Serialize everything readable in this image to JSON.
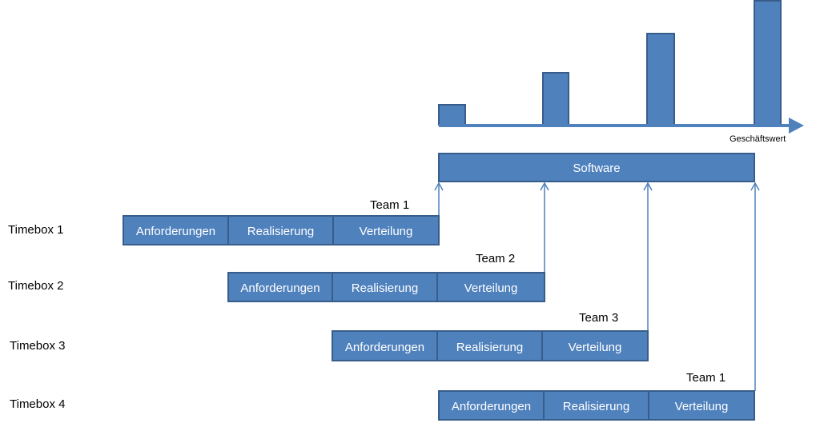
{
  "business_value": {
    "axis_label": "Geschäftswert",
    "bars": [
      {
        "level": 1
      },
      {
        "level": 2.6
      },
      {
        "level": 4.8
      },
      {
        "level": 6.4
      }
    ]
  },
  "software": {
    "label": "Software"
  },
  "timeboxes": [
    {
      "label": "Timebox 1",
      "team": "Team 1",
      "phases": [
        "Anforderungen",
        "Realisierung",
        "Verteilung"
      ]
    },
    {
      "label": "Timebox 2",
      "team": "Team 2",
      "phases": [
        "Anforderungen",
        "Realisierung",
        "Verteilung"
      ]
    },
    {
      "label": "Timebox 3",
      "team": "Team 3",
      "phases": [
        "Anforderungen",
        "Realisierung",
        "Verteilung"
      ]
    },
    {
      "label": "Timebox 4",
      "team": "Team 1",
      "phases": [
        "Anforderungen",
        "Realisierung",
        "Verteilung"
      ]
    }
  ],
  "colors": {
    "fill": "#4f81bd",
    "stroke": "#385d8a"
  }
}
